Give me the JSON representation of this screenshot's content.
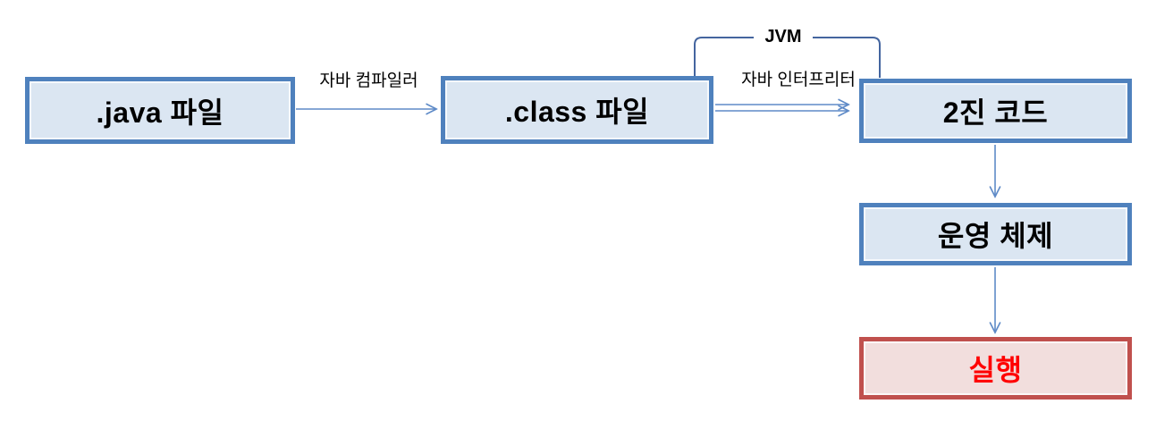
{
  "diagram": {
    "background_color": "#ffffff",
    "nodes": [
      {
        "id": "java-file",
        "label": ".java 파일",
        "border_color": "#4f81bd",
        "fill_color": "#dbe6f2",
        "text_color": "#000000"
      },
      {
        "id": "class-file",
        "label": ".class 파일",
        "border_color": "#4f81bd",
        "fill_color": "#dbe6f2",
        "text_color": "#000000"
      },
      {
        "id": "binary-code",
        "label": "2진 코드",
        "border_color": "#4f81bd",
        "fill_color": "#dbe6f2",
        "text_color": "#000000"
      },
      {
        "id": "operating-system",
        "label": "운영 체제",
        "border_color": "#4f81bd",
        "fill_color": "#dbe6f2",
        "text_color": "#000000"
      },
      {
        "id": "execute",
        "label": "실행",
        "border_color": "#c0504d",
        "fill_color": "#f2dedd",
        "text_color": "#ff0000"
      }
    ],
    "edges": [
      {
        "from": "java-file",
        "to": "class-file",
        "label": "자바 컴파일러",
        "style": "single-arrow-right"
      },
      {
        "from": "class-file",
        "to": "binary-code",
        "label": "자바 인터프리터",
        "style": "double-arrow-right"
      },
      {
        "from": "binary-code",
        "to": "operating-system",
        "label": "",
        "style": "single-arrow-down"
      },
      {
        "from": "operating-system",
        "to": "execute",
        "label": "",
        "style": "single-arrow-down"
      }
    ],
    "bracket": {
      "label": "JVM",
      "from": "class-file",
      "to": "binary-code"
    },
    "connector_color": "#5e8ac7",
    "bracket_color": "#44659f"
  }
}
